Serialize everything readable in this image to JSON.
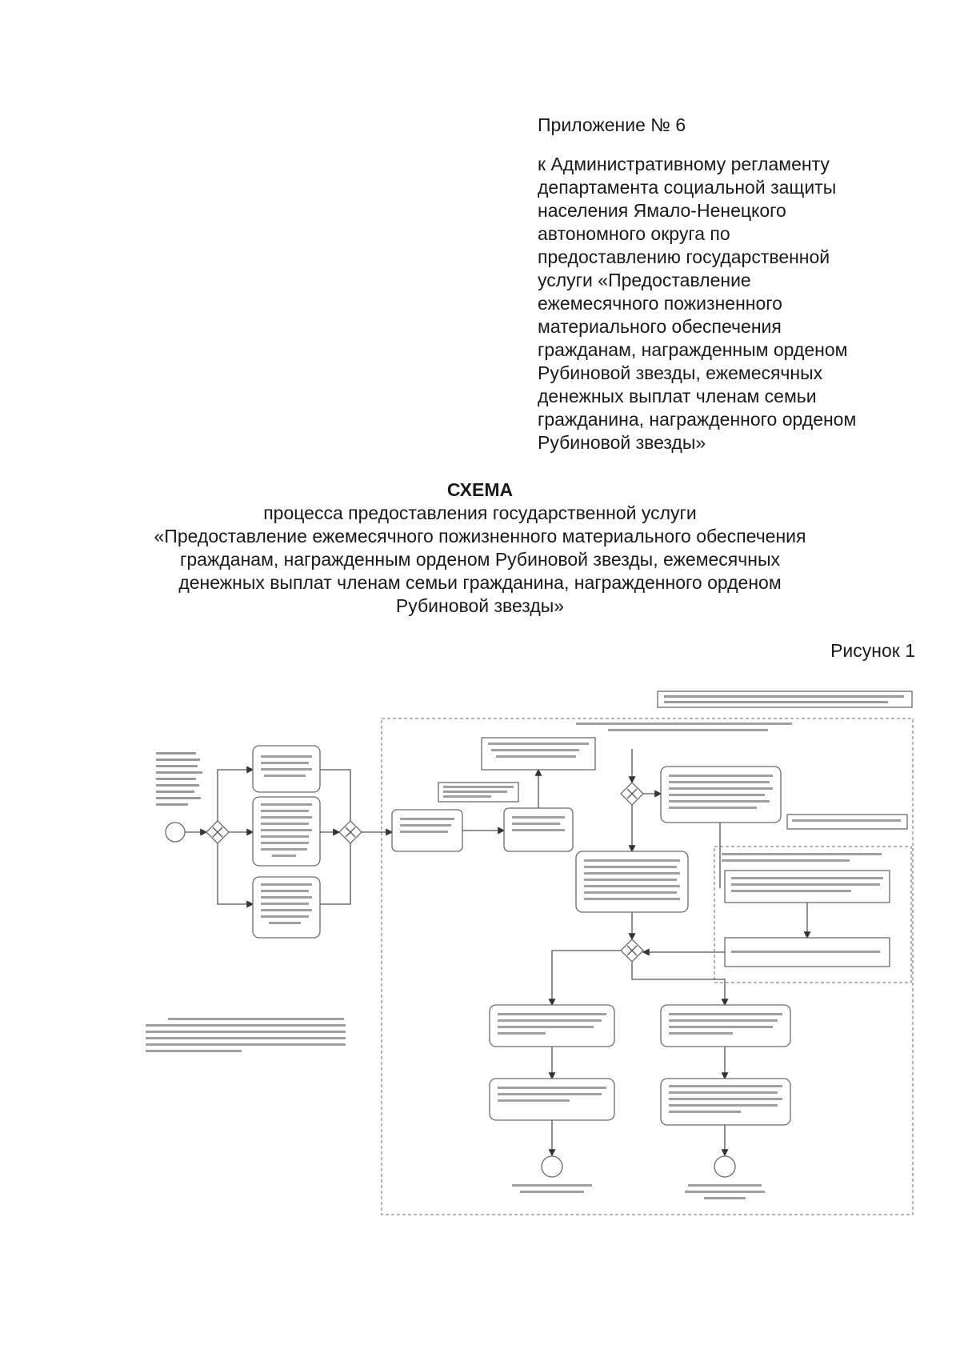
{
  "appendix": {
    "number": "Приложение № 6",
    "lines": [
      "к Административному регламенту",
      "департамента социальной защиты",
      "населения Ямало-Ненецкого",
      "автономного округа по",
      "предоставлению государственной",
      "услуги «Предоставление",
      "ежемесячного пожизненного",
      "материального обеспечения",
      "гражданам, награжденным орденом",
      "Рубиновой звезды, ежемесячных",
      "денежных выплат членам семьи",
      "гражданина, награжденного орденом",
      "Рубиновой звезды»"
    ]
  },
  "schema": {
    "heading": "СХЕМА",
    "lines": [
      "процесса предоставления государственной услуги",
      "«Предоставление ежемесячного пожизненного материального обеспечения",
      "гражданам, награжденным орденом Рубиновой звезды, ежемесячных",
      "денежных выплат членам семьи гражданина, награжденного орденом",
      "Рубиновой звезды»"
    ]
  },
  "figure": {
    "label": "Рисунок 1"
  }
}
